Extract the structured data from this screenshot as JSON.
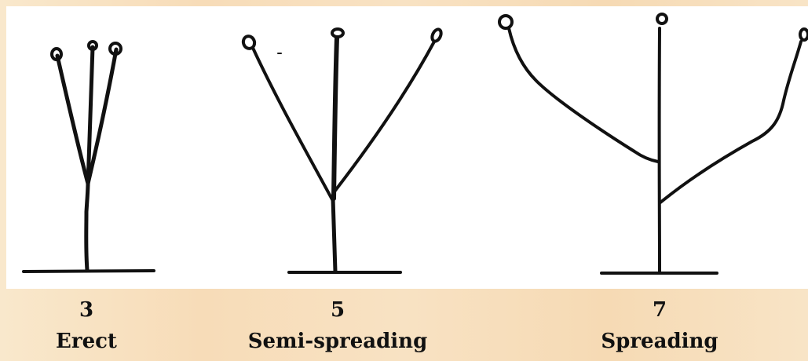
{
  "habits": [
    {
      "score": "3",
      "label": "Erect"
    },
    {
      "score": "5",
      "label": "Semi-spreading"
    },
    {
      "score": "7",
      "label": "Spreading"
    }
  ],
  "colors": {
    "background": "#f8e2c3",
    "panel": "#ffffff",
    "ink": "#111111"
  }
}
